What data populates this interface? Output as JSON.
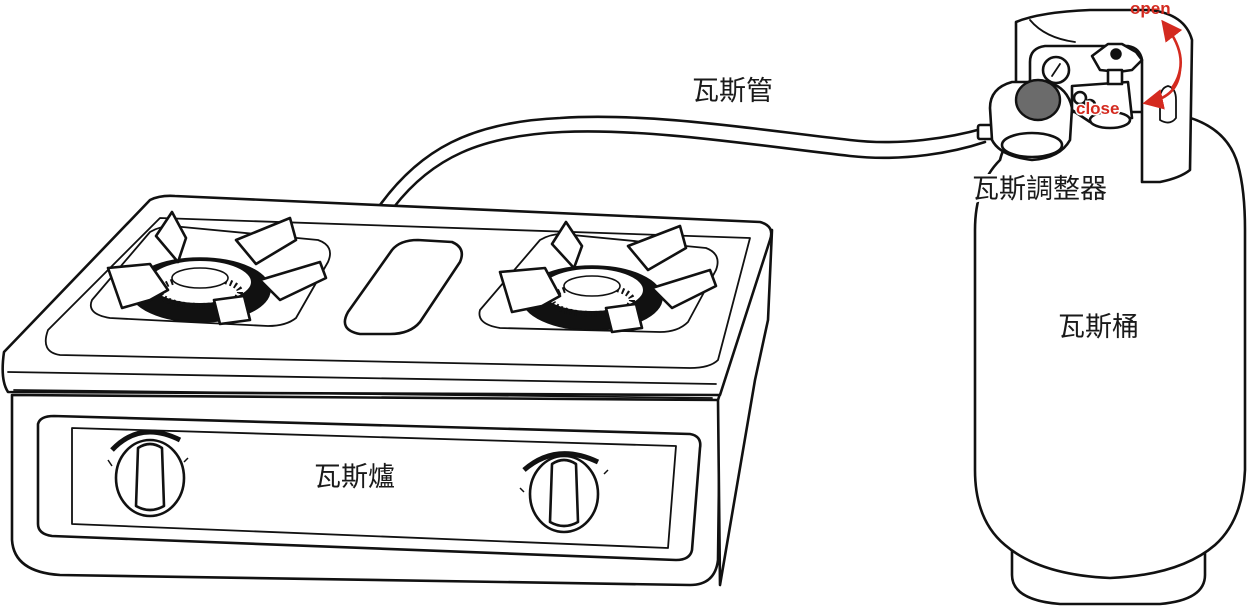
{
  "labels": {
    "hose": "瓦斯管",
    "regulator": "瓦斯調整器",
    "cylinder": "瓦斯桶",
    "stove": "瓦斯爐"
  },
  "valve": {
    "open": "open",
    "close": "close"
  },
  "colors": {
    "line": "#111111",
    "background": "#ffffff",
    "valve_arrow": "#d42a1f",
    "regulator_body": "#6b6b6b"
  }
}
